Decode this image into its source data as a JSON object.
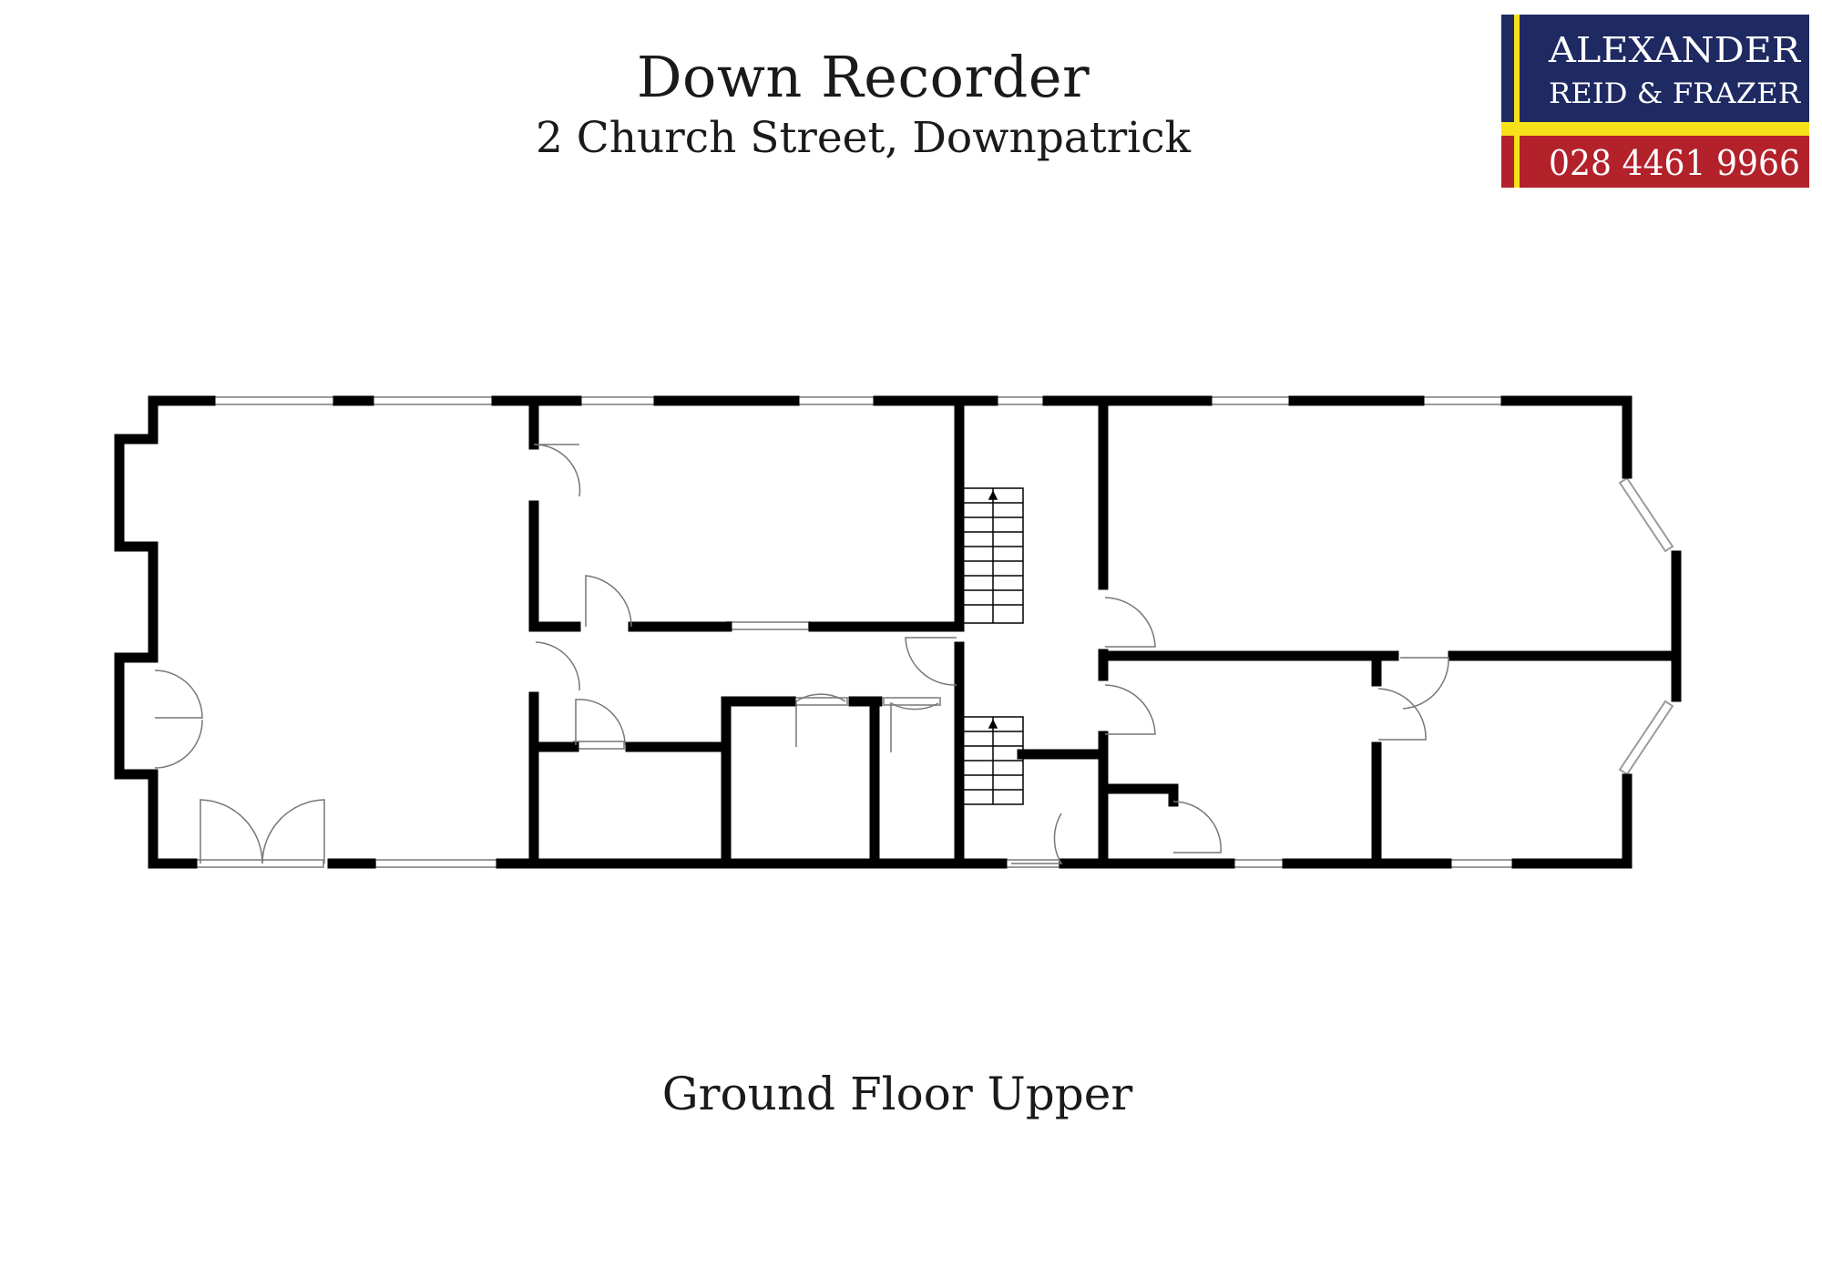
{
  "header": {
    "title": "Down Recorder",
    "address": "2 Church Street, Downpatrick"
  },
  "plan": {
    "floor_label": "Ground Floor Upper"
  },
  "logo": {
    "line1": "ALEXANDER",
    "line2": "REID & FRAZER",
    "phone": "028 4461 9966",
    "colors": {
      "navy": "#1f2a63",
      "yellow": "#f7e11a",
      "red": "#b3212b",
      "text": "#ffffff"
    }
  }
}
